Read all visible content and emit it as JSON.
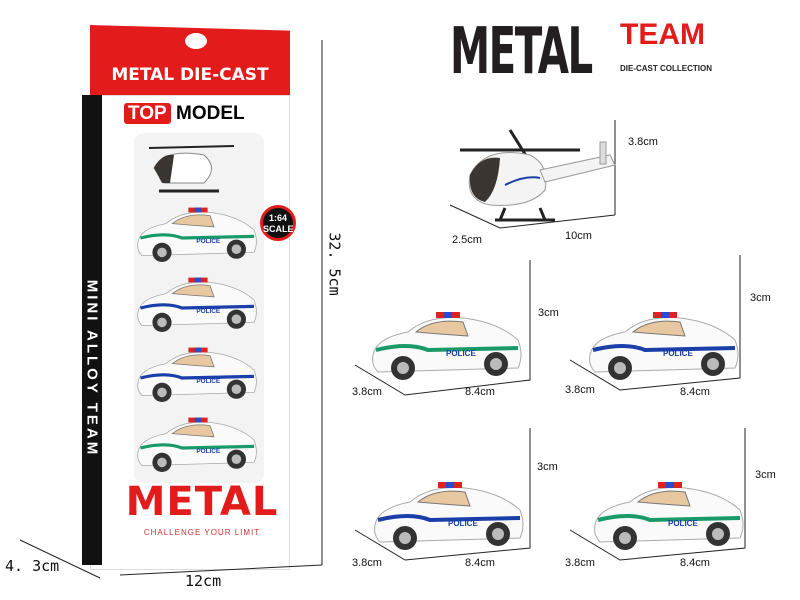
{
  "package": {
    "header": "METAL DIE-CAST",
    "brand_top": "TOP",
    "brand_model": "MODEL",
    "side_text": "MINI ALLOY TEAM",
    "scale_badge": "1:64 SCALE",
    "bottom_title": "METAL",
    "slogan": "CHALLENGE YOUR LIMIT"
  },
  "package_dims": {
    "height": "32. 5cm",
    "width": "12cm",
    "depth": "4. 3cm"
  },
  "logo": {
    "main": "METAL",
    "accent": "TEAM",
    "sub": "DIE-CAST COLLECTION"
  },
  "helicopter": {
    "height": "3.8cm",
    "width": "2.5cm",
    "length": "10cm"
  },
  "cars": [
    {
      "height": "3cm",
      "width": "3.8cm",
      "length": "8.4cm",
      "label": "POLICE",
      "stripe": "#1a9a6a"
    },
    {
      "height": "3cm",
      "width": "3.8cm",
      "length": "8.4cm",
      "label": "POLICE",
      "stripe": "#1a3fa8"
    },
    {
      "height": "3cm",
      "width": "3.8cm",
      "length": "8.4cm",
      "label": "POLICE",
      "stripe": "#1a3fa8"
    },
    {
      "height": "3cm",
      "width": "3.8cm",
      "length": "8.4cm",
      "label": "POLICE",
      "stripe": "#1a9a6a"
    }
  ],
  "colors": {
    "brand_red": "#e31b1b",
    "dark": "#231f20"
  }
}
